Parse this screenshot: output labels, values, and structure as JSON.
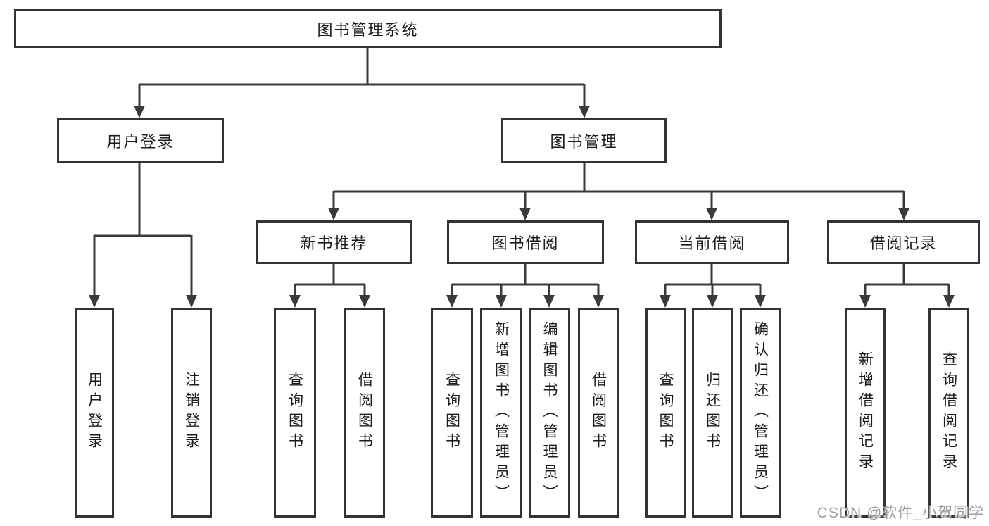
{
  "colors": {
    "border": "#333333",
    "line": "#3a3a3a",
    "text": "#1c1c1c",
    "background": "#ffffff",
    "watermark": "#9c9c9c"
  },
  "tree": {
    "root": {
      "label": "图书管理系统"
    },
    "branches": [
      {
        "label": "用户登录"
      },
      {
        "label": "图书管理"
      }
    ],
    "modules": [
      {
        "label": "新书推荐",
        "parent": "图书管理"
      },
      {
        "label": "图书借阅",
        "parent": "图书管理"
      },
      {
        "label": "当前借阅",
        "parent": "图书管理"
      },
      {
        "label": "借阅记录",
        "parent": "图书管理"
      }
    ],
    "leaves": [
      {
        "label": "用户登录",
        "parent": "用户登录"
      },
      {
        "label": "注销登录",
        "parent": "用户登录"
      },
      {
        "label": "查询图书",
        "parent": "新书推荐"
      },
      {
        "label": "借阅图书",
        "parent": "新书推荐"
      },
      {
        "label": "查询图书",
        "parent": "图书借阅"
      },
      {
        "label": "新增图书（管理员）",
        "parent": "图书借阅"
      },
      {
        "label": "编辑图书（管理员）",
        "parent": "图书借阅"
      },
      {
        "label": "借阅图书",
        "parent": "图书借阅"
      },
      {
        "label": "查询图书",
        "parent": "当前借阅"
      },
      {
        "label": "归还图书",
        "parent": "当前借阅"
      },
      {
        "label": "确认归还（管理员）",
        "parent": "当前借阅"
      },
      {
        "label": "新增借阅记录",
        "parent": "借阅记录"
      },
      {
        "label": "查询借阅记录",
        "parent": "借阅记录"
      }
    ]
  },
  "watermark": {
    "text": "CSDN @软件_小贺同学"
  }
}
